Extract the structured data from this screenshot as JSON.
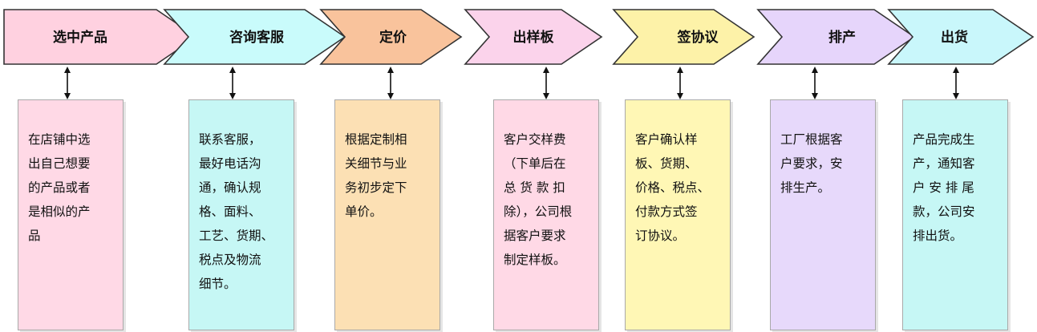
{
  "steps": [
    {
      "label": "选中产品",
      "color": "#ffd1e0",
      "box_color": "#ffd9e6",
      "lines": [
        "在店铺中选",
        "出自己想要",
        "的产品或者",
        "是相似的产",
        "品"
      ]
    },
    {
      "label": "咨询客服",
      "color": "#c9fbfb",
      "box_color": "#c6f7f5",
      "lines": [
        "联系客服，",
        "最好电话沟",
        "通，确认规",
        "格、面料、",
        "工艺、货期、",
        "税点及物流",
        "细节。"
      ]
    },
    {
      "label": "定价",
      "color": "#f9c39c",
      "box_color": "#fce0b4",
      "lines": [
        "根据定制相",
        "关细节与业",
        "务初步定下",
        "单价。"
      ]
    },
    {
      "label": "出样板",
      "color": "#fbd3eb",
      "box_color": "#ffd9e6",
      "lines": [
        "客户交样费",
        "（下单后在",
        "总 货 款 扣",
        "除），公司根",
        "据客户要求",
        "制定样板。"
      ]
    },
    {
      "label": "签协议",
      "color": "#fdf2a8",
      "box_color": "#fff7b5",
      "lines": [
        "客户确认样",
        "板、货期、",
        "价格、税点、",
        "付款方式签",
        "订协议。"
      ]
    },
    {
      "label": "排产",
      "color": "#e6d5fb",
      "box_color": "#e7d9fb",
      "lines": [
        "工厂根据客",
        "户要求，安",
        "排生产。"
      ]
    },
    {
      "label": "出货",
      "color": "#c9f7fb",
      "box_color": "#c6f7f5",
      "lines": [
        "产品完成生",
        "产，通知客",
        "户 安 排 尾",
        "款，公司安",
        "排出货。"
      ]
    }
  ]
}
